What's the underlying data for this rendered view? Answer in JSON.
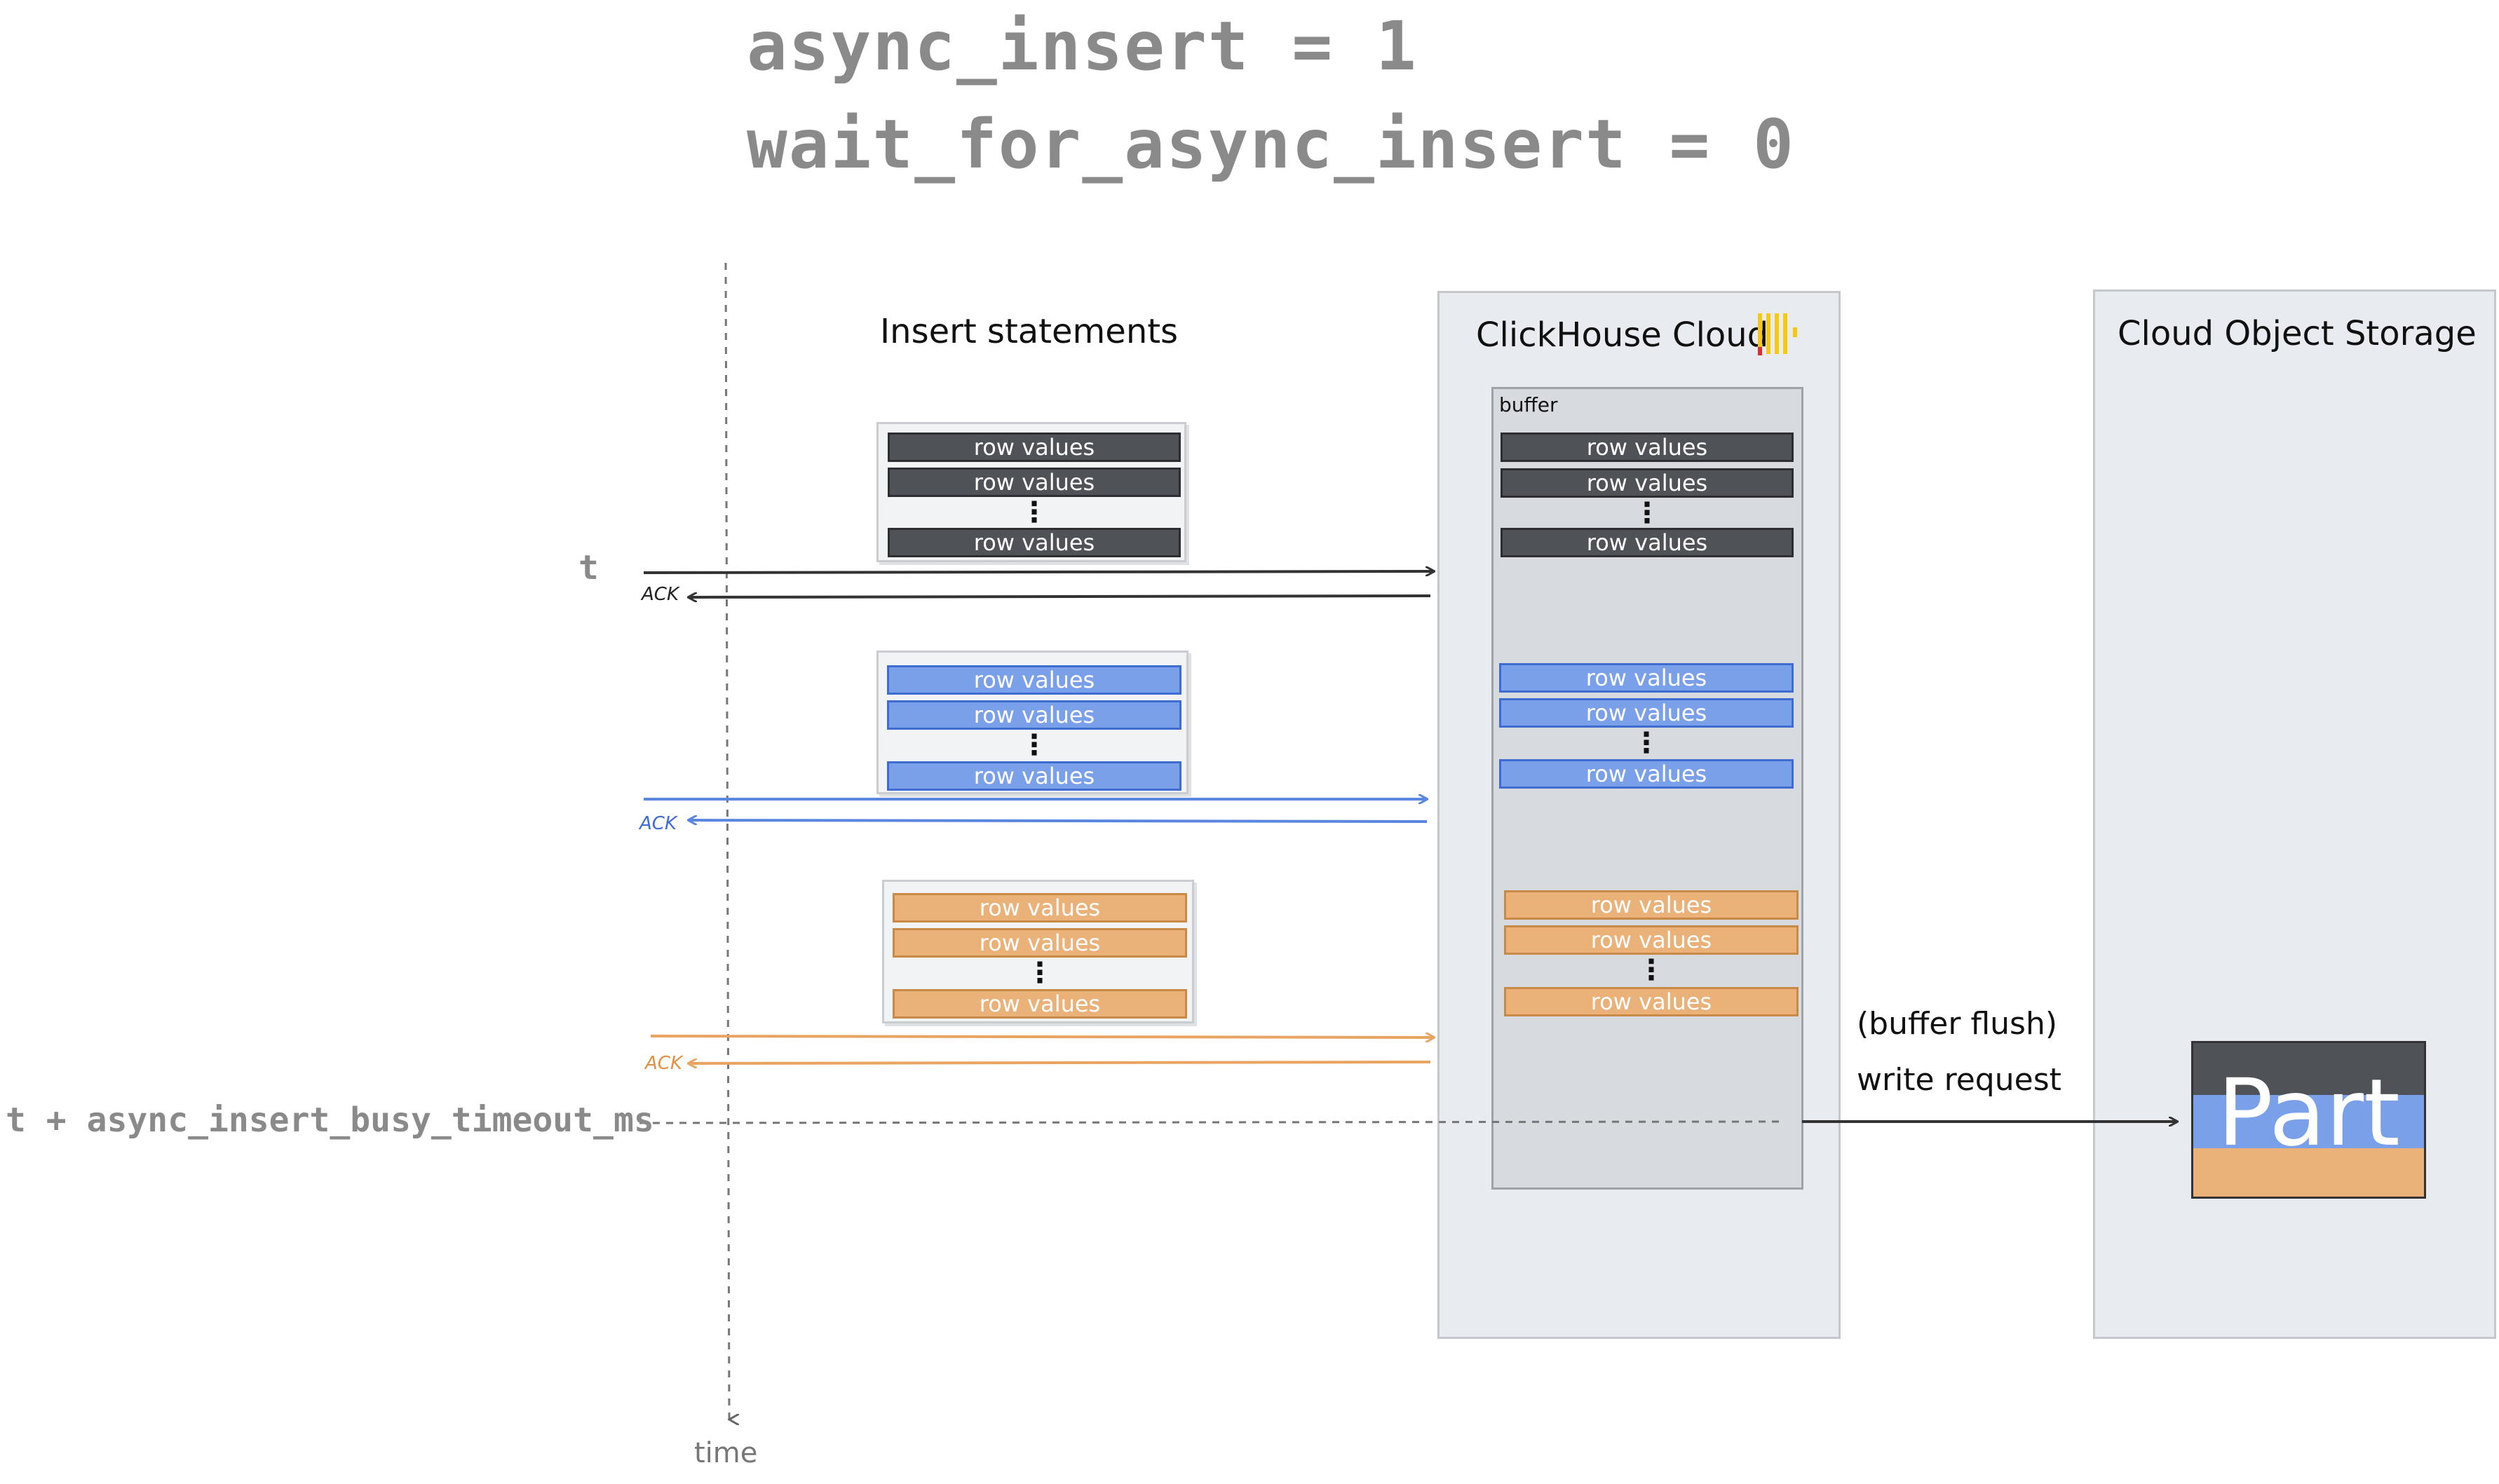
{
  "settings": {
    "line1": "async_insert = 1",
    "line2": "wait_for_async_insert = 0"
  },
  "columns": {
    "insert_statements": "Insert statements",
    "clickhouse_cloud": "ClickHouse Cloud",
    "object_storage": "Cloud Object Storage"
  },
  "buffer_label": "buffer",
  "row_label": "row values",
  "ellipsis": "⋮",
  "ack_label": "ACK",
  "time_labels": {
    "t": "t",
    "timeout": "t + async_insert_busy_timeout_ms",
    "axis": "time"
  },
  "flush": {
    "line1": "(buffer flush)",
    "line2": "write request"
  },
  "part_label": "Part",
  "colors": {
    "gray": "#4f5257",
    "blue": "#7aa0ea",
    "orange": "#eab178",
    "clickhouse_yellow": "#f6c90e",
    "clickhouse_red": "#e02d2d"
  },
  "icons": {
    "clickhouse_logo": "clickhouse-logo-icon"
  }
}
